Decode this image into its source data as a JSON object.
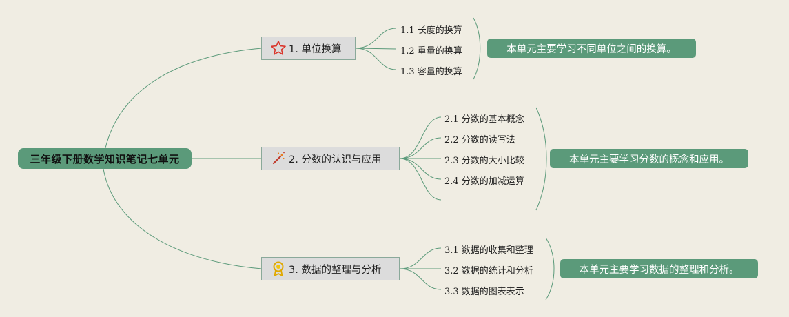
{
  "root": {
    "label": "三年级下册数学知识笔记七单元"
  },
  "branches": [
    {
      "label": "1. 单位换算",
      "icon": "star-icon",
      "items": [
        "1.1 长度的换算",
        "1.2 重量的换算",
        "1.3 容量的换算"
      ],
      "summary": "本单元主要学习不同单位之间的换算。"
    },
    {
      "label": "2. 分数的认识与应用",
      "icon": "magic-wand-icon",
      "items": [
        "2.1 分数的基本概念",
        "2.2 分数的读写法",
        "2.3 分数的大小比较",
        "2.4 分数的加减运算"
      ],
      "summary": "本单元主要学习分数的概念和应用。"
    },
    {
      "label": "3. 数据的整理与分析",
      "icon": "award-medal-icon",
      "items": [
        "3.1 数据的收集和整理",
        "3.2 数据的统计和分析",
        "3.3 数据的图表表示"
      ],
      "summary": "本单元主要学习数据的整理和分析。"
    }
  ],
  "colors": {
    "line": "#5b9a7a",
    "node": "#5b9a7a",
    "background": "#f0ede3"
  }
}
